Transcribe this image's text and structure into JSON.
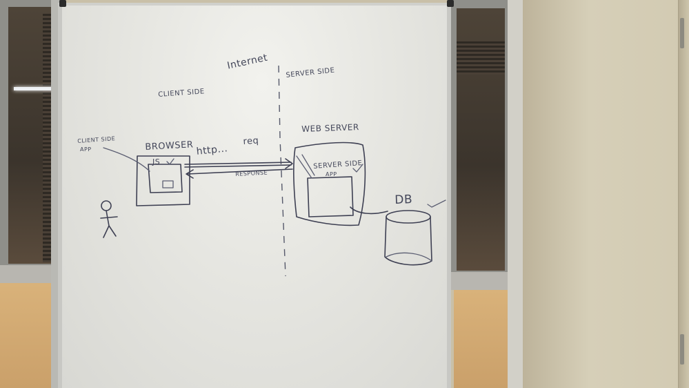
{
  "whiteboard": {
    "labels": {
      "client_side": "CLIENT SIDE",
      "internet": "Internet",
      "server_side": "SERVER SIDE",
      "client_side_app": "CLIENT SIDE",
      "client_side_app2": "APP",
      "browser": "BROWSER",
      "js": "JS",
      "http": "http...",
      "req": "req",
      "response": "RESPONSE",
      "web_server": "WEB SERVER",
      "server_side_app": "SERVER SIDE",
      "server_side_app2": "APP",
      "db": "DB"
    }
  },
  "colors": {
    "marker_ink": "#3d3f52",
    "board": "#e6e6e1",
    "wall": "#d2cab2",
    "wood_panel": "#d9b27a"
  }
}
